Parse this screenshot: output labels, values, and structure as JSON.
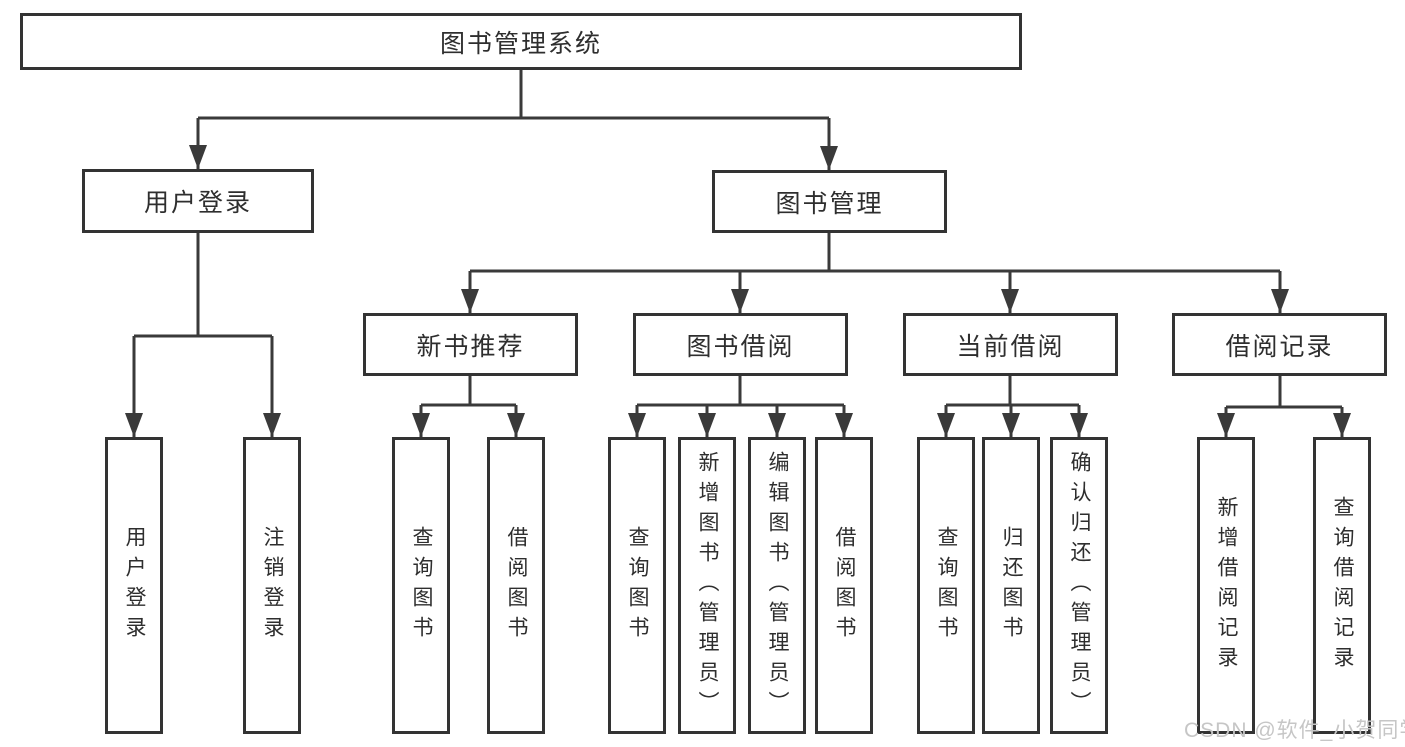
{
  "colors": {
    "line": "#3a3a3a",
    "box_border": "#333333",
    "text": "#2e2e2e",
    "background": "#ffffff",
    "watermark": "#c6c6c6"
  },
  "tree": {
    "root": {
      "label": "图书管理系统"
    },
    "branches": [
      {
        "label": "用户登录",
        "children": [
          {
            "label": "用户登录"
          },
          {
            "label": "注销登录"
          }
        ]
      },
      {
        "label": "图书管理",
        "children": [
          {
            "label": "新书推荐",
            "children": [
              {
                "label": "查询图书"
              },
              {
                "label": "借阅图书"
              }
            ]
          },
          {
            "label": "图书借阅",
            "children": [
              {
                "label": "查询图书"
              },
              {
                "label": "新增图书（管理员）"
              },
              {
                "label": "编辑图书（管理员）"
              },
              {
                "label": "借阅图书"
              }
            ]
          },
          {
            "label": "当前借阅",
            "children": [
              {
                "label": "查询图书"
              },
              {
                "label": "归还图书"
              },
              {
                "label": "确认归还（管理员）"
              }
            ]
          },
          {
            "label": "借阅记录",
            "children": [
              {
                "label": "新增借阅记录"
              },
              {
                "label": "查询借阅记录"
              }
            ]
          }
        ]
      }
    ]
  },
  "watermark": {
    "text": "CSDN @软件_小贺同学"
  }
}
